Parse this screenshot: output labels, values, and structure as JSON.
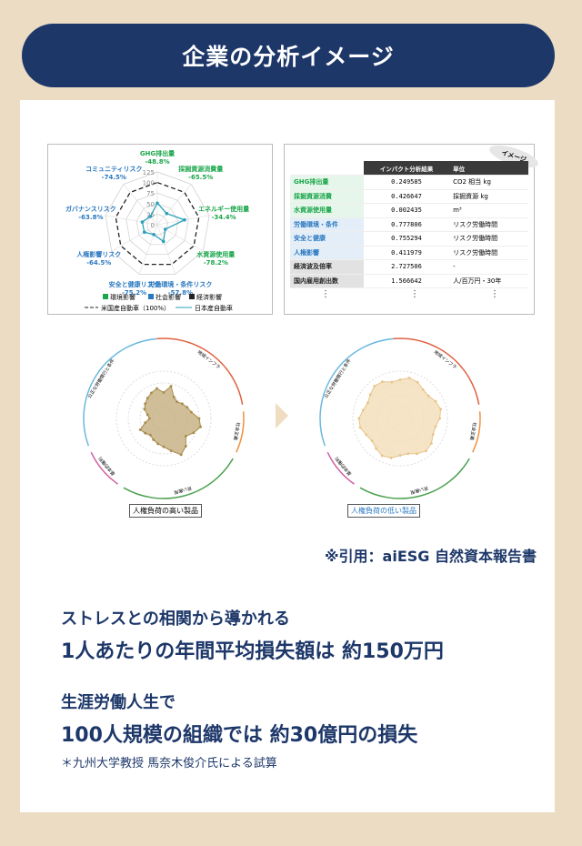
{
  "header": {
    "title": "企業の分析イメージ"
  },
  "radar_top": {
    "axes": [
      {
        "label": "GHG排出量",
        "value": "-48.8%",
        "color": "#1aa64a",
        "jp": 51.2
      },
      {
        "label": "採掘資源消費量",
        "value": "-65.5%",
        "color": "#1aa64a",
        "jp": 34.5
      },
      {
        "label": "エネルギー使用量",
        "value": "-34.4%",
        "color": "#1aa64a",
        "jp": 65.6
      },
      {
        "label": "水資源使用量",
        "value": "-78.2%",
        "color": "#1aa64a",
        "jp": 21.8
      },
      {
        "label": "労働環境・条件リスク",
        "value": "-57.8%",
        "color": "#2a78c0",
        "jp": 42.2
      },
      {
        "label": "安全と健康リスク",
        "value": "-75.2%",
        "color": "#2a78c0",
        "jp": 24.8
      },
      {
        "label": "人権影響リスク",
        "value": "-64.5%",
        "color": "#2a78c0",
        "jp": 35.5
      },
      {
        "label": "ガバナンスリスク",
        "value": "-63.8%",
        "color": "#2a78c0",
        "jp": 36.2
      },
      {
        "label": "コミュニティリスク",
        "value": "-74.5%",
        "color": "#2a78c0",
        "jp": 25.5
      }
    ],
    "ticks": [
      "0",
      "25",
      "50",
      "75",
      "100",
      "125"
    ],
    "legend": {
      "env": "環境影響",
      "soc": "社会影響",
      "eco": "経済影響",
      "us": "米国産自動車（100%）",
      "jp": "日本産自動車"
    },
    "colors": {
      "env": "#1aa64a",
      "soc": "#2a78c0",
      "eco": "#222222",
      "jp": "#2aa0b8"
    }
  },
  "table": {
    "tag": "イメージ",
    "headers": [
      "インパクト分析結果",
      "単位"
    ],
    "rows": [
      [
        "GHG排出量",
        "0.249585",
        "CO2 相当 kg",
        "g"
      ],
      [
        "採掘資源消費",
        "0.426647",
        "採掘資源 kg",
        "g"
      ],
      [
        "水資源使用量",
        "0.002435",
        "m³",
        "g"
      ],
      [
        "労働環境・条件",
        "0.777806",
        "リスク労働時間",
        "b"
      ],
      [
        "安全と健康",
        "0.755294",
        "リスク労働時間",
        "b"
      ],
      [
        "人権影響",
        "0.411979",
        "リスク労働時間",
        "b"
      ],
      [
        "経済波及倍率",
        "2.727506",
        "-",
        "k"
      ],
      [
        "国内雇用創出数",
        "1.566642",
        "人/百万円・30年",
        "k"
      ]
    ],
    "more": "⋮"
  },
  "products": [
    {
      "caption": "人権負荷の高い製品",
      "color": "#a88a4a",
      "fill": "#c4ae80"
    },
    {
      "caption": "人権負荷の低い製品",
      "color": "#e8c48a",
      "fill": "#f3ddb8"
    }
  ],
  "arcs": [
    {
      "label": "地域インフラ",
      "color": "#e06040"
    },
    {
      "label": "社会正義",
      "color": "#f09040"
    },
    {
      "label": "良い雇用",
      "color": "#4aa050"
    },
    {
      "label": "基本的権利",
      "color": "#d060a0"
    },
    {
      "label": "公正な労働慣行と条件",
      "color": "#6ab8e0"
    }
  ],
  "citation": "※引用：aiESG 自然資本報告書",
  "text": {
    "l1": "ストレスとの相関から導かれる",
    "l2": "1人あたりの年間平均損失額は 約150万円",
    "l3": "生涯労働人生で",
    "l4": "100人規模の組織では 約30億円の損失",
    "note": "＊九州大学教授 馬奈木俊介氏による試算"
  }
}
